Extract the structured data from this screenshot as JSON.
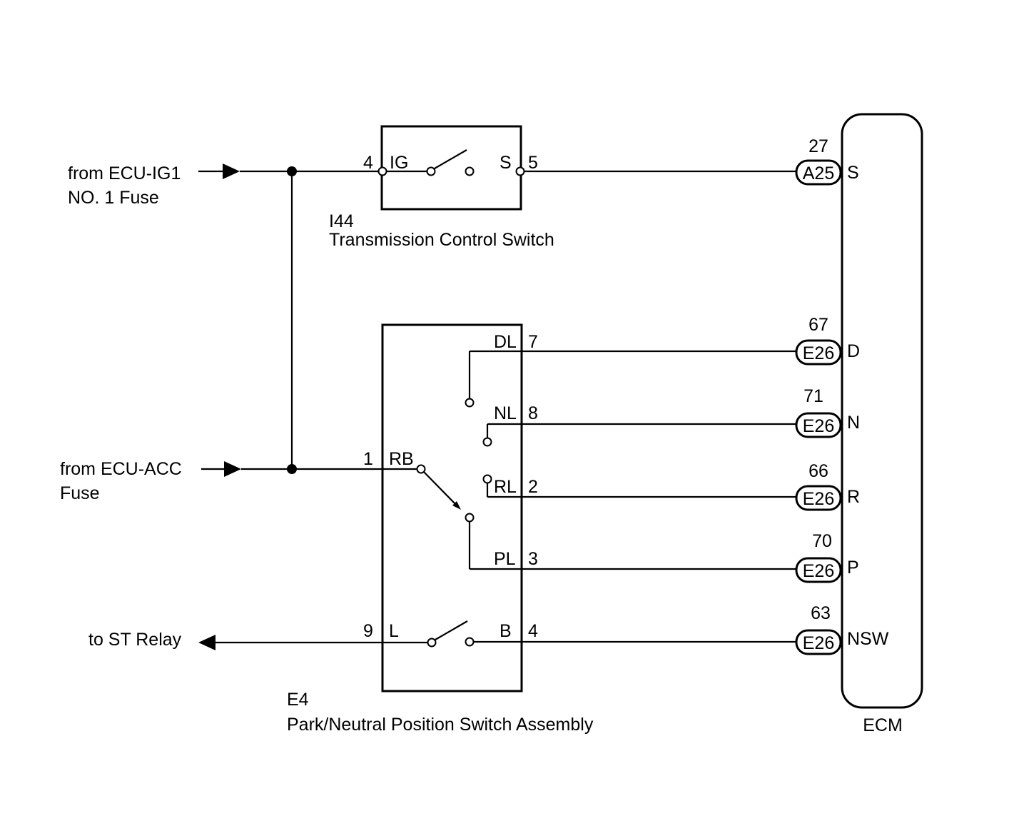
{
  "sources": {
    "ig1_line1": "from ECU-IG1",
    "ig1_line2": "NO. 1 Fuse",
    "acc_line1": "from ECU-ACC",
    "acc_line2": "Fuse",
    "st_relay": "to ST Relay"
  },
  "tcs": {
    "code": "I44",
    "name": "Transmission Control Switch",
    "pin_in": "4",
    "pin_in_label": "IG",
    "pin_out": "5",
    "pin_out_label": "S"
  },
  "pnp": {
    "code": "E4",
    "name": "Park/Neutral Position Switch Assembly",
    "pins": {
      "rb_num": "1",
      "rb_label": "RB",
      "dl_num": "7",
      "dl_label": "DL",
      "nl_num": "8",
      "nl_label": "NL",
      "rl_num": "2",
      "rl_label": "RL",
      "pl_num": "3",
      "pl_label": "PL",
      "l_num": "9",
      "l_label": "L",
      "b_num": "4",
      "b_label": "B"
    }
  },
  "ecm": {
    "name": "ECM",
    "connections": [
      {
        "pin": "27",
        "connector": "A25",
        "terminal": "S"
      },
      {
        "pin": "67",
        "connector": "E26",
        "terminal": "D"
      },
      {
        "pin": "71",
        "connector": "E26",
        "terminal": "N"
      },
      {
        "pin": "66",
        "connector": "E26",
        "terminal": "R"
      },
      {
        "pin": "70",
        "connector": "E26",
        "terminal": "P"
      },
      {
        "pin": "63",
        "connector": "E26",
        "terminal": "NSW"
      }
    ]
  }
}
